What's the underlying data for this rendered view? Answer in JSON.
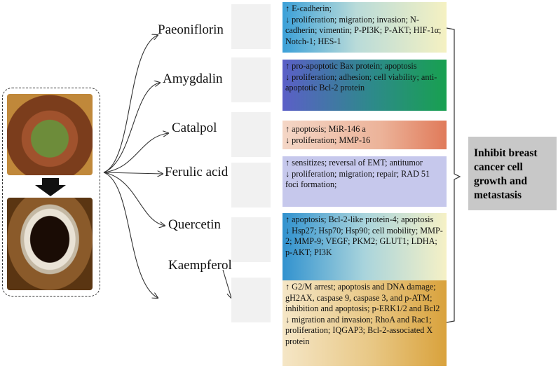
{
  "compounds": [
    {
      "name": "Paeoniflorin",
      "effects": [
        "↑ E-cadherin;",
        "↓ proliferation; migration; invasion; N-cadherin; vimentin; P-PI3K; P-AKT; HIF-1α; Notch-1; HES-1"
      ]
    },
    {
      "name": "Amygdalin",
      "effects": [
        "↑ pro-apoptotic Bax protein; apoptosis",
        "↓ proliferation; adhesion; cell viability; anti-apoptotic Bcl-2 protein"
      ]
    },
    {
      "name": "Catalpol",
      "effects": [
        "↑ apoptosis; MiR-146 a",
        "↓ proliferation; MMP-16"
      ]
    },
    {
      "name": "Ferulic acid",
      "effects": [
        "↑ sensitizes; reversal of EMT; antitumor",
        "↓ proliferation; migration; repair; RAD 51 foci formation;"
      ]
    },
    {
      "name": "Quercetin",
      "effects": [
        "↑ apoptosis; Bcl-2-like protein-4; apoptosis",
        "↓ Hsp27; Hsp70; Hsp90; cell mobility; MMP-2; MMP-9; VEGF; PKM2; GLUT1; LDHA; p-AKT; PI3K"
      ]
    },
    {
      "name": "Kaempferol",
      "effects": [
        "↑ G2/M arrest; apoptosis and DNA damage; gH2AX, caspase 9, caspase 3, and p-ATM; inhibition and apoptosis; p-ERK1/2 and Bcl2",
        "↓ migration and invasion; RhoA and Rac1; proliferation; IQGAP3; Bcl-2-associated X protein"
      ]
    }
  ],
  "outcome": "Inhibit breast cancer cell growth and metastasis"
}
